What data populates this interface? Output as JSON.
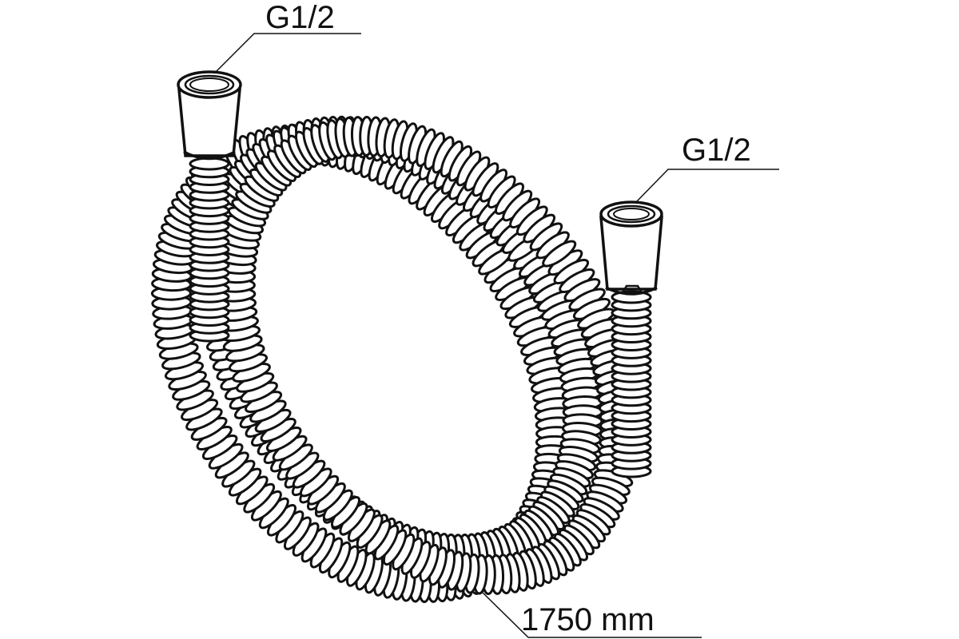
{
  "colors": {
    "line": "#111111",
    "background": "#ffffff"
  },
  "labels": {
    "left_fitting": "G1/2",
    "right_fitting": "G1/2",
    "hose_length": "1750 mm"
  }
}
